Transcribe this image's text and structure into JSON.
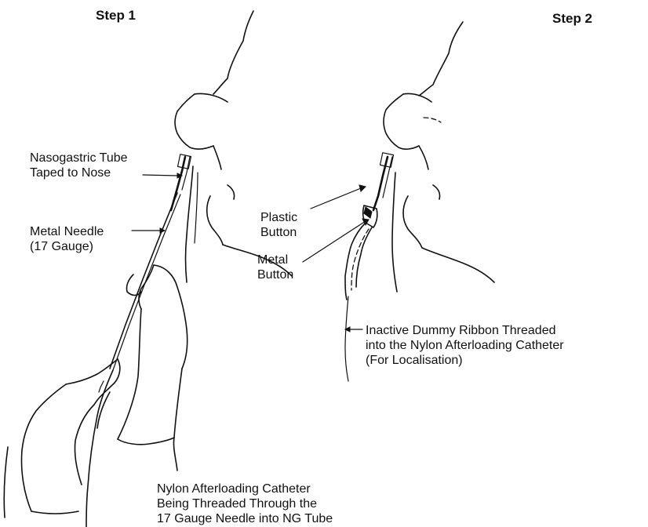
{
  "step1": {
    "title": "Step 1",
    "ng_tube_label": "Nasogastric Tube\nTaped to Nose",
    "needle_label": "Metal Needle\n(17 Gauge)",
    "catheter_label": "Nylon Afterloading Catheter\nBeing Threaded Through the\n17 Gauge Needle into NG Tube"
  },
  "step2": {
    "title": "Step 2",
    "plastic_button_label": "Plastic\nButton",
    "metal_button_label": "Metal\nButton",
    "dummy_ribbon_label": "Inactive Dummy Ribbon Threaded\ninto the Nylon Afterloading Catheter\n(For Localisation)"
  }
}
